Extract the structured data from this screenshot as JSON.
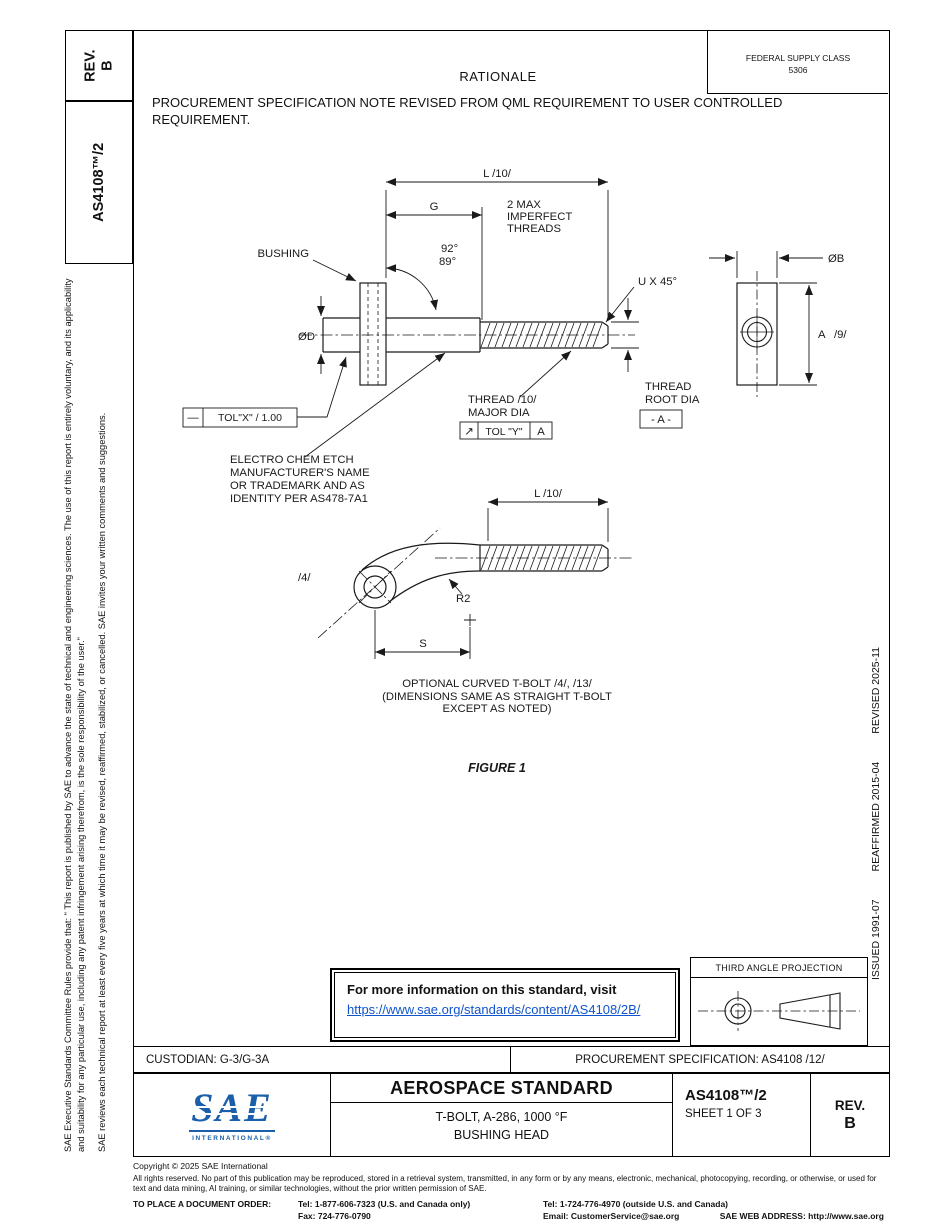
{
  "colors": {
    "link": "#1155cc",
    "logo_blue": "#1b5faa"
  },
  "left_panel": {
    "rev_label": "REV.",
    "rev_value": "B",
    "doc_number": "AS4108™/2",
    "disclaimer_p1": "SAE Executive Standards Committee Rules provide that: \" This report is published by SAE to advance the state of technical and engineering sciences. The use of this report is entirely voluntary, and its applicability and suitability for any particular use, including any patent infringement arising therefrom, is the sole responsibility of the user.\"",
    "disclaimer_p2": "SAE reviews each technical report at least every five years at which time it may be revised, reaffirmed, stabilized, or cancelled. SAE invites your written comments and suggestions."
  },
  "header": {
    "federal_supply_class_label": "FEDERAL SUPPLY CLASS",
    "federal_supply_class_value": "5306",
    "rationale_title": "RATIONALE",
    "rationale_text": "PROCUREMENT SPECIFICATION NOTE REVISED FROM QML REQUIREMENT TO USER CONTROLLED REQUIREMENT."
  },
  "drawing": {
    "dim_length": "L /10/",
    "dim_g": "G",
    "imperfect_1": "2 MAX",
    "imperfect_2": "IMPERFECT",
    "imperfect_3": "THREADS",
    "bushing": "BUSHING",
    "angle_1": "92°",
    "angle_2": "89°",
    "chamfer": "U X 45°",
    "dia_b": "ØB",
    "dia_d": "ØD",
    "dim_a": "A",
    "dim_a_note": "/9/",
    "thread_major_1": "THREAD /10/",
    "thread_major_2": "MAJOR DIA",
    "runout_symbol": "↗",
    "runout_tol": "TOL \"Y\"",
    "runout_datum": "A",
    "thread_root_1": "THREAD",
    "thread_root_2": "ROOT DIA",
    "datum": "- A -",
    "straightness_symbol": "—",
    "tol_x": "TOL\"X\" / 1.00",
    "etch_1": "ELECTRO CHEM ETCH",
    "etch_2": "MANUFACTURER'S NAME",
    "etch_3": "OR TRADEMARK AND AS",
    "etch_4": "IDENTITY PER AS478-7A1",
    "dim_length_curved": "L /10/",
    "curved_note": "/4/",
    "radius": "R2",
    "dim_s": "S",
    "optional_1": "OPTIONAL CURVED  T-BOLT /4/, /13/",
    "optional_2": "(DIMENSIONS SAME AS STRAIGHT T-BOLT",
    "optional_3": "EXCEPT AS NOTED)",
    "figure": "FIGURE 1"
  },
  "revision_history": {
    "issued": "ISSUED 1991-07",
    "reaffirmed": "REAFFIRMED 2015-04",
    "revised": "REVISED 2025-11"
  },
  "info_box": {
    "text": "For more information on this standard, visit",
    "link": "https://www.sae.org/standards/content/AS4108/2B/"
  },
  "projection": {
    "label": "THIRD ANGLE PROJECTION"
  },
  "footer_bar": {
    "custodian": "CUSTODIAN: G-3/G-3A",
    "procurement": "PROCUREMENT SPECIFICATION: AS4108 /12/"
  },
  "title_block": {
    "logo_text": "SAE",
    "logo_subtext": "INTERNATIONAL®",
    "standard_type": "AEROSPACE STANDARD",
    "title_line1": "T-BOLT, A-286, 1000 °F",
    "title_line2": "BUSHING HEAD",
    "doc_number": "AS4108™/2",
    "sheet": "SHEET 1 OF 3",
    "rev_label": "REV.",
    "rev_value": "B"
  },
  "footer": {
    "copyright": "Copyright © 2025 SAE International",
    "rights": "All rights reserved. No part of this publication may be reproduced, stored in a retrieval system, transmitted, in any form or by any means, electronic, mechanical, photocopying, recording, or otherwise, or used for text and data mining, AI training, or similar technologies, without the prior written permission of SAE.",
    "order_label": "TO PLACE A DOCUMENT ORDER:",
    "tel_us": "Tel: 1-877-606-7323 (U.S. and Canada only)",
    "tel_intl": "Tel: 1-724-776-4970 (outside U.S. and Canada)",
    "fax": "Fax: 724-776-0790",
    "email": "Email: CustomerService@sae.org",
    "web": "SAE WEB ADDRESS: http://www.sae.org"
  }
}
